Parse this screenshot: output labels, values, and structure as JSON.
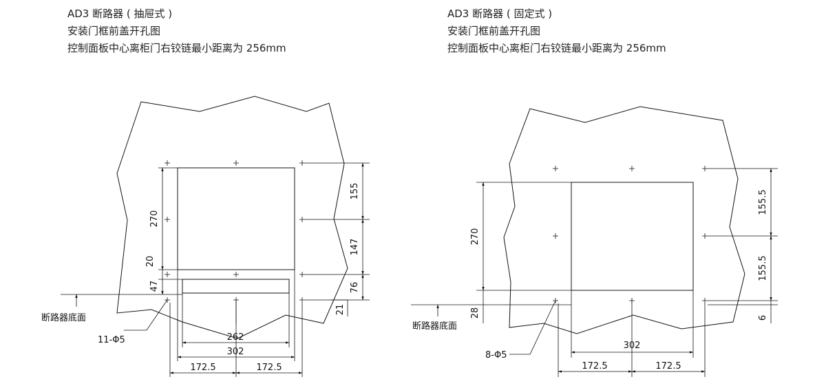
{
  "left": {
    "title_lines": [
      "AD3 断路器 ( 抽屉式 )",
      "安装门框前盖开孔图",
      "控制面板中心离柜门右铰链最小距离为 256mm"
    ],
    "base_label": "断路器底面",
    "holes_label": "11-Φ5",
    "dims": {
      "v270": "270",
      "v20": "20",
      "v47": "47",
      "r155": "155",
      "r147": "147",
      "r76": "76",
      "r21": "21",
      "h262": "262",
      "h302": "302",
      "h172a": "172.5",
      "h172b": "172.5"
    }
  },
  "right": {
    "title_lines": [
      "AD3 断路器 ( 固定式 )",
      "安装门框前盖开孔图",
      "控制面板中心离柜门右铰链最小距离为 256mm"
    ],
    "base_label": "断路器底面",
    "holes_label": "8-Φ5",
    "dims": {
      "v270": "270",
      "v28": "28",
      "r155a": "155.5",
      "r155b": "155.5",
      "r6": "6",
      "h302": "302",
      "h172a": "172.5",
      "h172b": "172.5"
    }
  }
}
